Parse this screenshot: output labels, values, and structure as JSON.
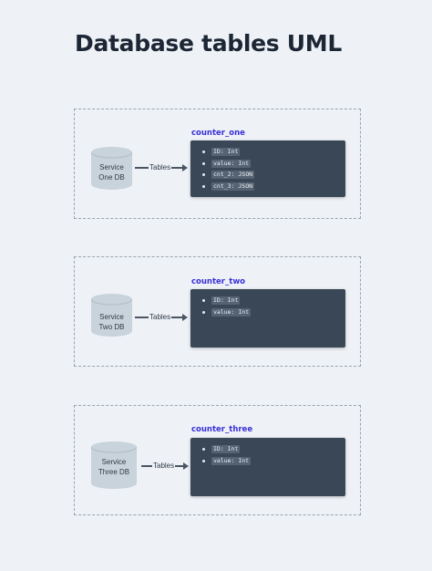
{
  "title": "Database tables UML",
  "connector_label": "Tables",
  "colors": {
    "background": "#eef2f6",
    "table_bg": "#3a4756",
    "table_name": "#3b30d9",
    "database": "#c9d3dc"
  },
  "groups": [
    {
      "service_line1": "Service",
      "service_line2": "One DB",
      "table_name": "counter_one",
      "fields": [
        "ID: Int",
        "value: Int",
        "cnt_2: JSON",
        "cnt_3: JSON"
      ]
    },
    {
      "service_line1": "Service",
      "service_line2": "Two DB",
      "table_name": "counter_two",
      "fields": [
        "ID: Int",
        "value: Int"
      ]
    },
    {
      "service_line1": "Service",
      "service_line2": "Three DB",
      "table_name": "counter_three",
      "fields": [
        "ID: Int",
        "value: Int"
      ]
    }
  ]
}
